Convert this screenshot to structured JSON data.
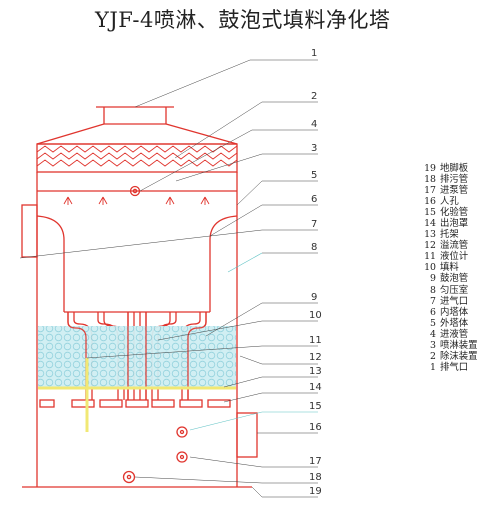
{
  "title": "YJF-4喷淋、鼓泡式填料净化塔",
  "colors": {
    "outline": "#e0352e",
    "packing": "#a9dde6",
    "leader": "#444444",
    "tube": "#f1e874",
    "mist": "#f4cf7a"
  },
  "callout_numbers": [
    "1",
    "2",
    "4",
    "3",
    "5",
    "6",
    "7",
    "8",
    "9",
    "10",
    "11",
    "12",
    "13",
    "14",
    "15",
    "16",
    "17",
    "18",
    "19"
  ],
  "legend": [
    {
      "no": "19",
      "name": "地脚板"
    },
    {
      "no": "18",
      "name": "排污管"
    },
    {
      "no": "17",
      "name": "进泵管"
    },
    {
      "no": "16",
      "name": "人孔"
    },
    {
      "no": "15",
      "name": "化验管"
    },
    {
      "no": "14",
      "name": "出泡罩"
    },
    {
      "no": "13",
      "name": "托架"
    },
    {
      "no": "12",
      "name": "溢流管"
    },
    {
      "no": "11",
      "name": "液位计"
    },
    {
      "no": "10",
      "name": "填料"
    },
    {
      "no": "9",
      "name": "鼓泡管"
    },
    {
      "no": "8",
      "name": "匀压室"
    },
    {
      "no": "7",
      "name": "进气口"
    },
    {
      "no": "6",
      "name": "内塔体"
    },
    {
      "no": "5",
      "name": "外塔体"
    },
    {
      "no": "4",
      "name": "进液管"
    },
    {
      "no": "3",
      "name": "喷淋装置"
    },
    {
      "no": "2",
      "name": "除沫装置"
    },
    {
      "no": "1",
      "name": "排气口"
    }
  ]
}
